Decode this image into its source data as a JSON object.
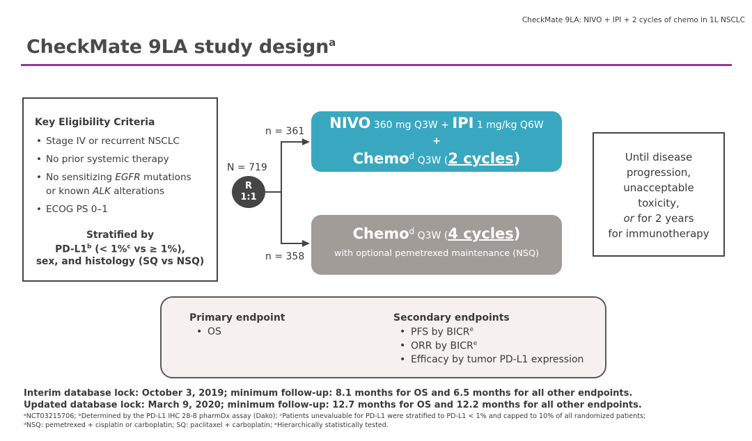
{
  "header": {
    "tag": "CheckMate 9LA: NIVO + IPI + 2 cycles of chemo in 1L NSCLC",
    "title": "CheckMate 9LA study design",
    "title_sup": "a"
  },
  "eligibility": {
    "heading": "Key Eligibility Criteria",
    "bullet": "•",
    "c1": "Stage IV or recurrent NSCLC",
    "c2": "No prior systemic therapy",
    "c3_pre": "No sensitizing ",
    "c3_em": "EGFR",
    "c3_post": " mutations",
    "c4_pre": "or known ",
    "c4_em": "ALK",
    "c4_post": " alterations",
    "c5": "ECOG PS 0–1",
    "strat_line1": "Stratified by",
    "strat_l2_a": "PD-L1",
    "strat_l2_sup_b": "b",
    "strat_l2_b": " (< 1%",
    "strat_l2_sup_c": "c",
    "strat_l2_c": " vs ≥ 1%),",
    "strat_line3": "sex, and histology (SQ vs NSQ)"
  },
  "randomization": {
    "total": "N = 719",
    "r_line1": "R",
    "r_line2": "1:1",
    "n_top": "n = 361",
    "n_bottom": "n = 358"
  },
  "arm_nivo": {
    "nivo": "NIVO",
    "nivo_dose": " 360 mg Q3W + ",
    "ipi": "IPI",
    "ipi_dose": " 1 mg/kg Q6W",
    "plus": "+",
    "chemo": "Chemo",
    "chemo_sup": "d",
    "q3w": " Q3W (",
    "cycles": "2 cycles",
    "close": ")"
  },
  "arm_chemo": {
    "chemo": "Chemo",
    "chemo_sup": "d",
    "q3w": " Q3W (",
    "cycles": "4 cycles",
    "close": ")",
    "maintenance": "with optional pemetrexed maintenance (NSQ)"
  },
  "until": {
    "l1": "Until disease",
    "l2": "progression,",
    "l3": "unacceptable",
    "l4": "toxicity,",
    "l5_em": "or",
    "l5_rest": " for 2 years",
    "l6": "for immunotherapy"
  },
  "endpoints": {
    "primary_head": "Primary endpoint",
    "primary_1": "OS",
    "secondary_head": "Secondary endpoints",
    "s1": "PFS by BICR",
    "s2": "ORR by BICR",
    "sup_e": "e",
    "s3": "Efficacy by tumor PD-L1 expression",
    "bullet": "•"
  },
  "footer": {
    "interim": "Interim database lock: October 3, 2019; minimum follow-up: 8.1 months for OS and 6.5 months for all other endpoints.",
    "updated": "Updated database lock: March 9, 2020; minimum follow-up: 12.7 months for OS and 12.2 months for all other endpoints.",
    "fn1": "ᵃNCT03215706; ᵇDetermined by the PD-L1 IHC 28-8 pharmDx assay (Dako); ᶜPatients unevaluable for PD-L1 were stratified to PD-L1 < 1% and capped to 10% of all randomized patients;",
    "fn2": "ᵈNSQ: pemetrexed + cisplatin or carboplatin; SQ: paclitaxel + carboplatin; ᵉHierarchically statistically tested."
  }
}
